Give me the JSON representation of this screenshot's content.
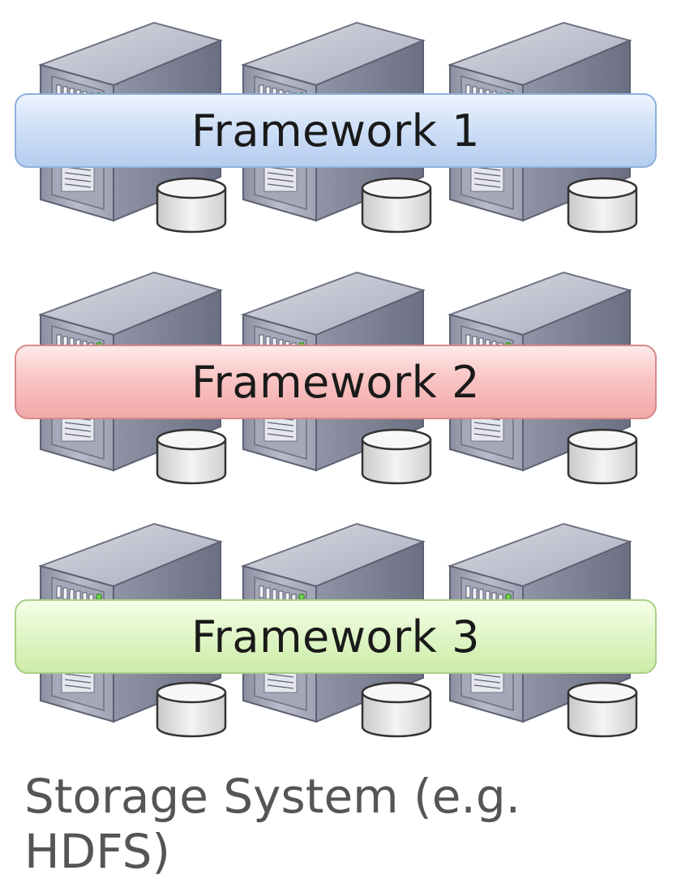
{
  "frameworks": [
    {
      "label": "Framework 1",
      "color": "#cfe0f7"
    },
    {
      "label": "Framework 2",
      "color": "#f9c4c4"
    },
    {
      "label": "Framework 3",
      "color": "#e1f6c9"
    }
  ],
  "storage": {
    "label": "Storage System (e.g. HDFS)"
  },
  "icons": {
    "server": "server-tower-icon",
    "disk": "storage-disk-icon"
  }
}
